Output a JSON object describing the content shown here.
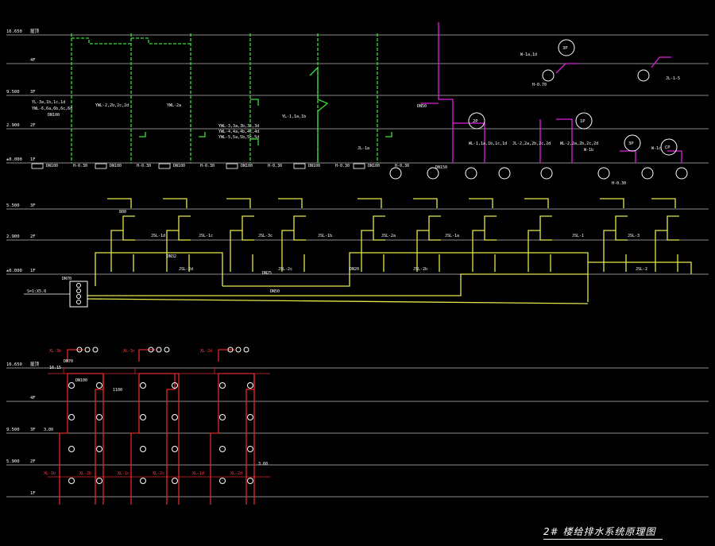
{
  "colors": {
    "background": "#000000",
    "level": "#b8b8b8",
    "drain": "#3cdc3c",
    "supply": "#e6e64b",
    "hot": "#e020e0",
    "fire": "#e02828",
    "text": "#ffffff",
    "note": "#ff4040"
  },
  "drawing_title": "2# 楼给排水系统原理图",
  "levels_top": [
    {
      "label": "16.650",
      "floor": "屋顶"
    },
    {
      "label": "",
      "floor": "4F"
    },
    {
      "label": "9.500",
      "floor": "3F"
    },
    {
      "label": "2.900",
      "floor": "2F"
    },
    {
      "label": "±0.000",
      "floor": "1F"
    }
  ],
  "levels_mid": [
    {
      "label": "5.500",
      "floor": "3F"
    },
    {
      "label": "2.900",
      "floor": "2F"
    },
    {
      "label": "±0.000",
      "floor": "1F"
    }
  ],
  "levels_bottom": [
    {
      "label": "16.650",
      "floor": "屋顶"
    },
    {
      "label": "",
      "floor": "4F"
    },
    {
      "label": "9.500",
      "floor": "3F"
    },
    {
      "label": "5.900",
      "floor": "2F"
    },
    {
      "label": "",
      "floor": "1F"
    }
  ],
  "drain_labels": [
    {
      "text": "YL-3a,1b,1c,1d"
    },
    {
      "text": "YWL-6,6a,6b,6c,6d"
    },
    {
      "text": "DN100"
    },
    {
      "text": "YWL-2,2b,2c,2d"
    },
    {
      "text": "YWL-2a"
    },
    {
      "text": "YWL-3,3a,3b,3c,3d"
    },
    {
      "text": "YWL-4,4a,4b,4c,4d"
    },
    {
      "text": "YWL-5,5a,5b,5c,5d"
    },
    {
      "text": "YL-1,1a,1b"
    },
    {
      "text": "JL-1a"
    },
    {
      "text": "WL-1,1a,1b,1c,1d"
    },
    {
      "text": "JL-2,2a,2b,2c,2d"
    },
    {
      "text": "WL-2,2a,2b,2c,2d"
    },
    {
      "text": "W-1b"
    },
    {
      "text": "W-1c"
    },
    {
      "text": "W-1a,1d"
    },
    {
      "text": "JL-1-5"
    },
    {
      "text": "H-0.70"
    },
    {
      "text": "H-0.30"
    },
    {
      "text": "DN150"
    },
    {
      "text": "DN50"
    }
  ],
  "supply_labels": [
    {
      "text": "JSL-1d"
    },
    {
      "text": "JSL-1c"
    },
    {
      "text": "JSL-3c"
    },
    {
      "text": "JSL-1b"
    },
    {
      "text": "JSL-2a"
    },
    {
      "text": "JSL-1a"
    },
    {
      "text": "JSL-1"
    },
    {
      "text": "JSL-3"
    },
    {
      "text": "JSL-2d"
    },
    {
      "text": "JSL-2c"
    },
    {
      "text": "JSL-2b"
    },
    {
      "text": "JSL-2"
    },
    {
      "text": "DN70"
    },
    {
      "text": "DN50"
    },
    {
      "text": "DN32"
    },
    {
      "text": "DN25"
    },
    {
      "text": "DN20"
    },
    {
      "text": "800"
    },
    {
      "text": "S=1:X5.0"
    }
  ],
  "fire_labels": [
    {
      "text": "XL-3b"
    },
    {
      "text": "XL-3c"
    },
    {
      "text": "XL-2d"
    },
    {
      "text": "XL-1b"
    },
    {
      "text": "XL-2b"
    },
    {
      "text": "XL-1c"
    },
    {
      "text": "XL-2c"
    },
    {
      "text": "XL-1d"
    },
    {
      "text": "XL-2d"
    },
    {
      "text": "DN70"
    },
    {
      "text": "DN100"
    },
    {
      "text": "1100"
    },
    {
      "text": "16.15"
    },
    {
      "text": "3.60"
    },
    {
      "text": "3.00"
    }
  ],
  "circle_tags": [
    "2P",
    "1P",
    "3P",
    "CP",
    "3P"
  ]
}
